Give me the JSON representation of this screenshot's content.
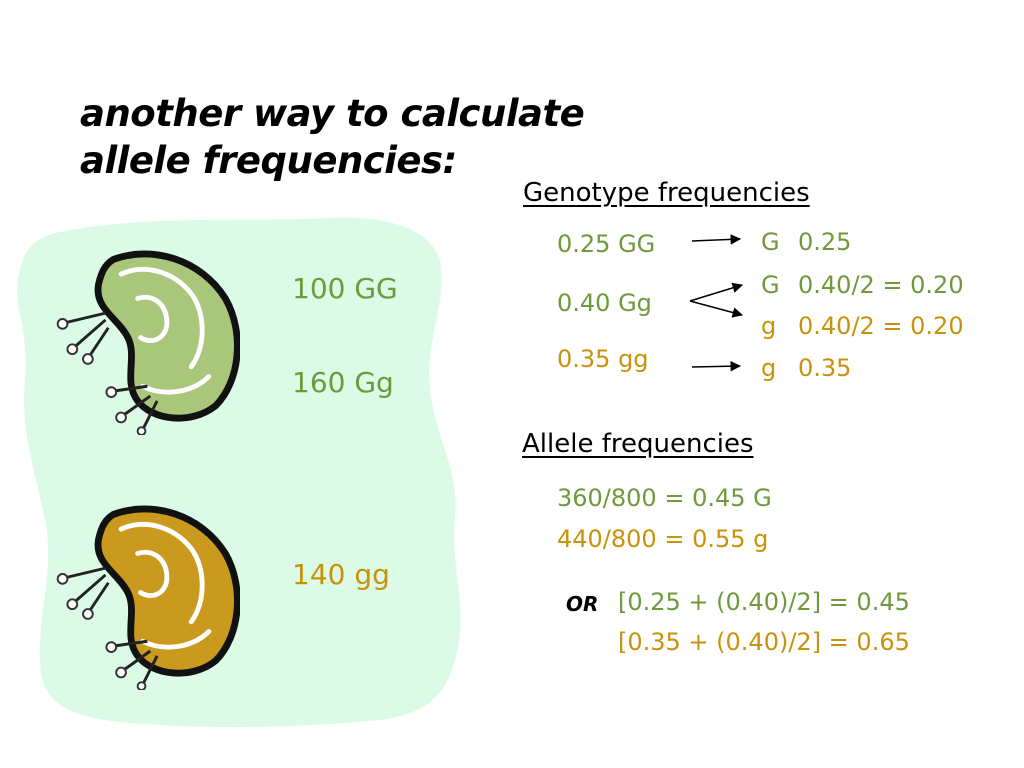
{
  "title": {
    "line1": "another way to calculate",
    "line2": "allele frequencies:"
  },
  "colors": {
    "green": "#6f9a3c",
    "gold": "#c8930a",
    "blob": "#dcfbe7"
  },
  "populations": [
    {
      "label": "100 GG",
      "color": "green"
    },
    {
      "label": "160 Gg",
      "color": "green"
    },
    {
      "label": "140 gg",
      "color": "gold"
    }
  ],
  "genotype_section": {
    "heading": "Genotype frequencies",
    "genotypes": [
      "0.25 GG",
      "0.40 Gg",
      "0.35 gg"
    ],
    "alleles": [
      {
        "symbol": "G",
        "value": "0.25"
      },
      {
        "symbol": "G",
        "value": "0.40/2 = 0.20"
      },
      {
        "symbol": "g",
        "value": "0.40/2 = 0.20"
      },
      {
        "symbol": "g",
        "value": "0.35"
      }
    ]
  },
  "allele_section": {
    "heading": "Allele frequencies",
    "lines": [
      "360/800 = 0.45 G",
      "440/800 = 0.55 g"
    ],
    "or_label": "OR",
    "alt_lines": [
      "[0.25 + (0.40)/2] = 0.45",
      "[0.35 + (0.40)/2] = 0.65"
    ]
  }
}
